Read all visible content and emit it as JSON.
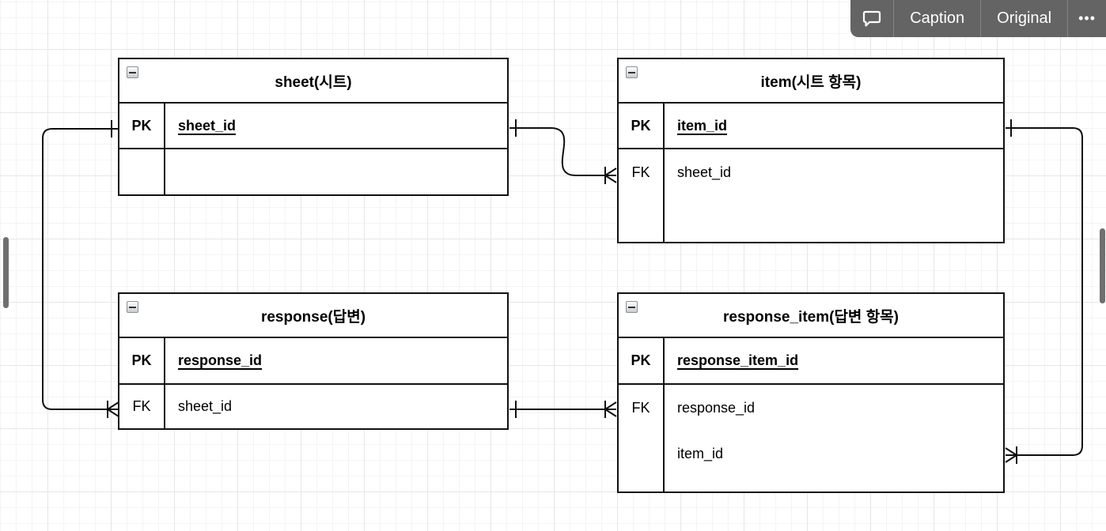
{
  "viewer": {
    "toolbar": {
      "comment_icon": "speech-bubble-icon",
      "caption_label": "Caption",
      "original_label": "Original",
      "more_label": "•••"
    }
  },
  "diagram": {
    "entities": {
      "sheet": {
        "title": "sheet(시트)",
        "pk_label": "PK",
        "pk_attr": "sheet_id",
        "empty_row": ""
      },
      "item": {
        "title": "item(시트 항목)",
        "pk_label": "PK",
        "pk_attr": "item_id",
        "fk_label": "FK",
        "fk_attr": "sheet_id"
      },
      "response": {
        "title": "response(답변)",
        "pk_label": "PK",
        "pk_attr": "response_id",
        "fk_label": "FK",
        "fk_attr": "sheet_id"
      },
      "response_item": {
        "title": "response_item(답변 항목)",
        "pk_label": "PK",
        "pk_attr": "response_item_id",
        "fk_label": "FK",
        "fk_attr1": "response_id",
        "fk_attr2": "item_id"
      }
    },
    "relationships": [
      {
        "from": "sheet",
        "to": "item",
        "foreign_key": "sheet_id",
        "from_end": "one",
        "to_end": "many"
      },
      {
        "from": "sheet",
        "to": "response",
        "foreign_key": "sheet_id",
        "from_end": "one",
        "to_end": "many"
      },
      {
        "from": "response",
        "to": "response_item",
        "foreign_key": "response_id",
        "from_end": "one",
        "to_end": "many"
      },
      {
        "from": "item",
        "to": "response_item",
        "foreign_key": "item_id",
        "from_end": "one",
        "to_end": "many"
      }
    ],
    "colors": {
      "line": "#0f0f0f",
      "table_bg": "#ffffff",
      "grid_minor": "#f4f4f4",
      "grid_major": "#e6e6e6",
      "toolbar_bg": "#5a5a5a",
      "handle": "#6f6f6f"
    }
  }
}
